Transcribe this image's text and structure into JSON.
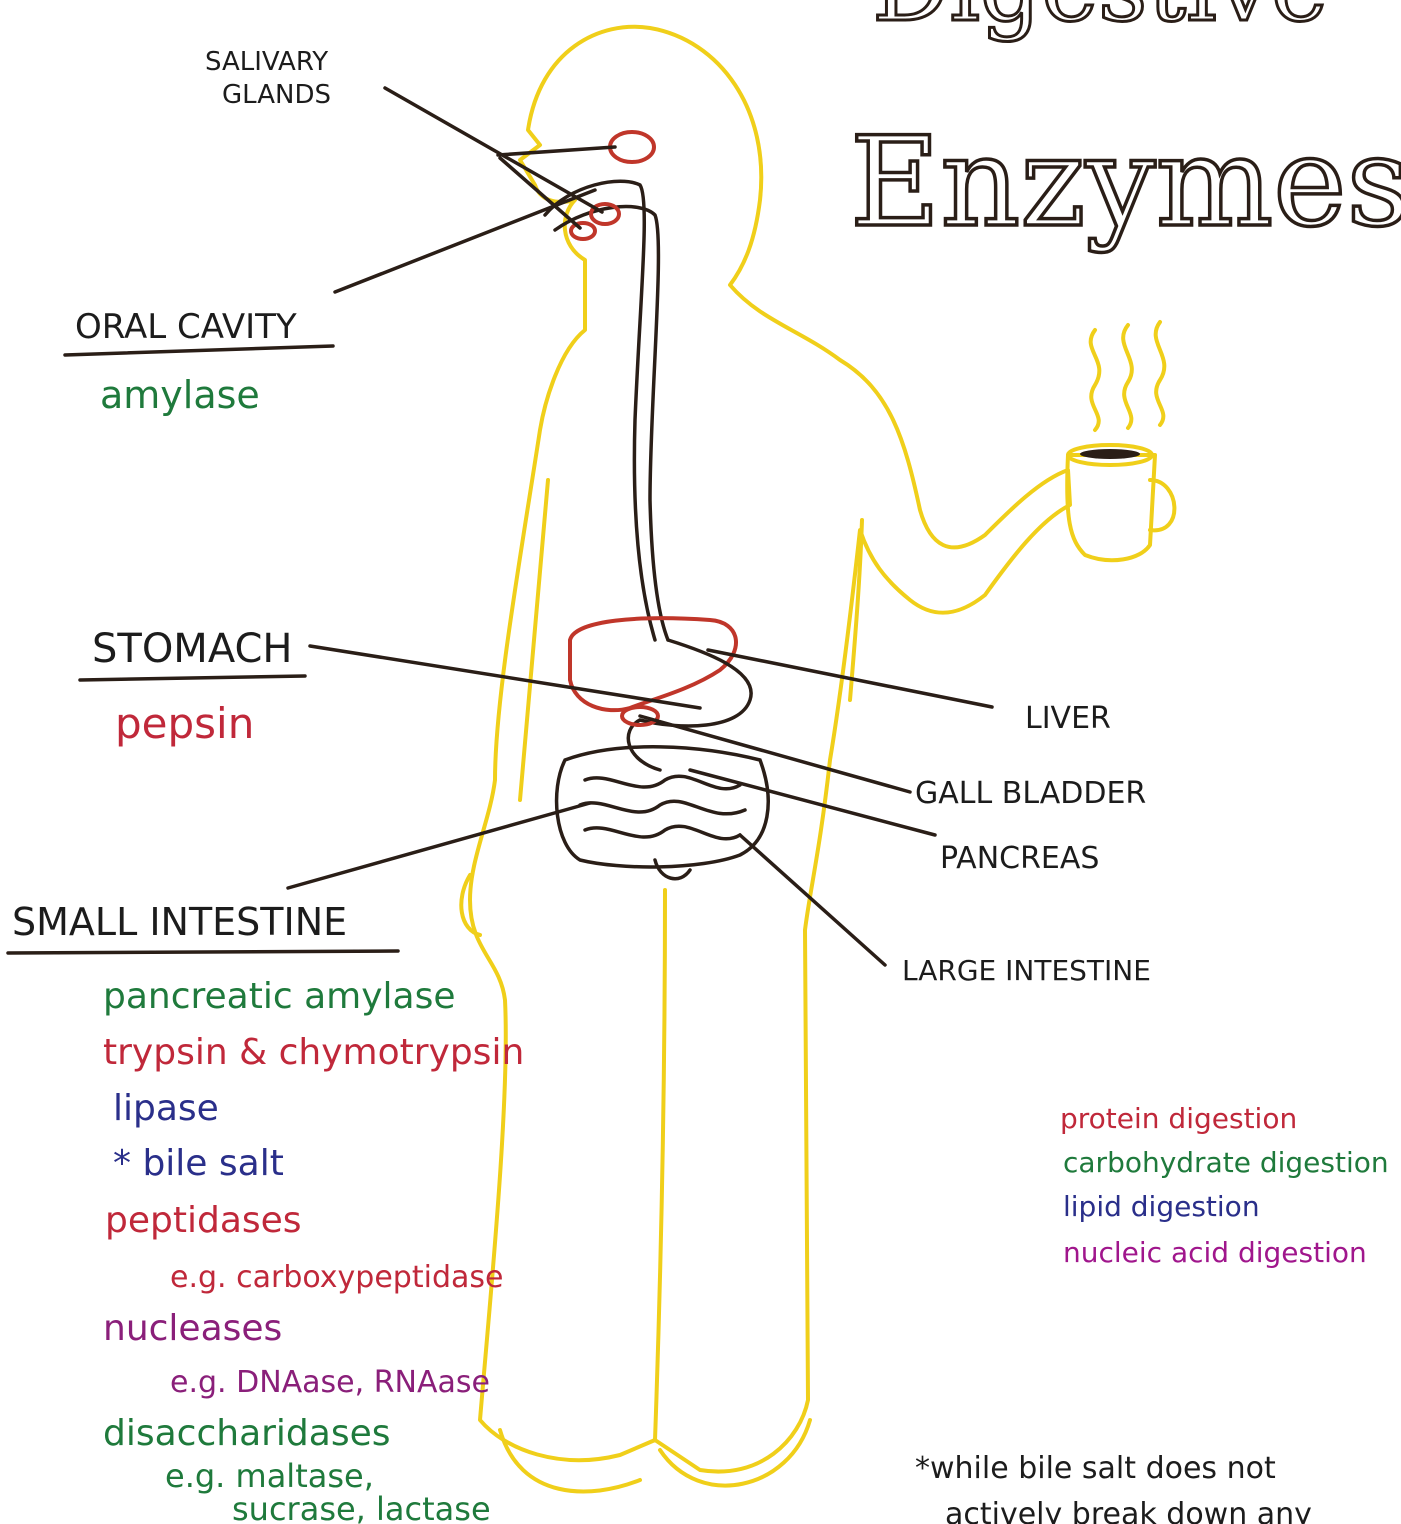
{
  "title": {
    "line1": "Digestive",
    "line2": "Enzymes"
  },
  "labels": {
    "salivary_glands": [
      "SALIVARY",
      "GLANDS"
    ],
    "oral_cavity": "ORAL CAVITY",
    "stomach": "STOMACH",
    "small_intestine": "SMALL INTESTINE",
    "liver": "LIVER",
    "gall_bladder": "GALL BLADDER",
    "pancreas": "PANCREAS",
    "large_intestine": "LARGE INTESTINE"
  },
  "enzymes": {
    "oral_cavity": [
      {
        "text": "amylase",
        "color": "#1f7a3c"
      }
    ],
    "stomach": [
      {
        "text": "pepsin",
        "color": "#c0283a"
      }
    ],
    "small_intestine": [
      {
        "text": "pancreatic amylase",
        "color": "#1f7a3c"
      },
      {
        "text": "trypsin & chymotrypsin",
        "color": "#c0283a"
      },
      {
        "text": "lipase",
        "color": "#2a2f8a"
      },
      {
        "text": "* bile salt",
        "color": "#2a2f8a"
      },
      {
        "text": "peptidases",
        "color": "#c0283a"
      },
      {
        "text": "e.g. carboxypeptidase",
        "color": "#c0283a"
      },
      {
        "text": "nucleases",
        "color": "#8a1f7a"
      },
      {
        "text": "e.g. DNAase, RNAase",
        "color": "#8a1f7a"
      },
      {
        "text": "disaccharidases",
        "color": "#1f7a3c"
      },
      {
        "text": "e.g. maltase,",
        "color": "#1f7a3c"
      },
      {
        "text": "sucrase, lactase",
        "color": "#1f7a3c"
      }
    ]
  },
  "legend": [
    {
      "text": "protein digestion",
      "color": "#c0283a"
    },
    {
      "text": "carbohydrate digestion",
      "color": "#1f7a3c"
    },
    {
      "text": "lipid digestion",
      "color": "#2a2f8a"
    },
    {
      "text": "nucleic acid digestion",
      "color": "#a0168c"
    }
  ],
  "footnote": [
    "*while bile salt does not",
    "actively break down any"
  ],
  "colors": {
    "body_outline": "#f0cf1a",
    "ink": "#2a1e17",
    "organ": "#c0362a",
    "coffee": "#f0cf1a"
  }
}
